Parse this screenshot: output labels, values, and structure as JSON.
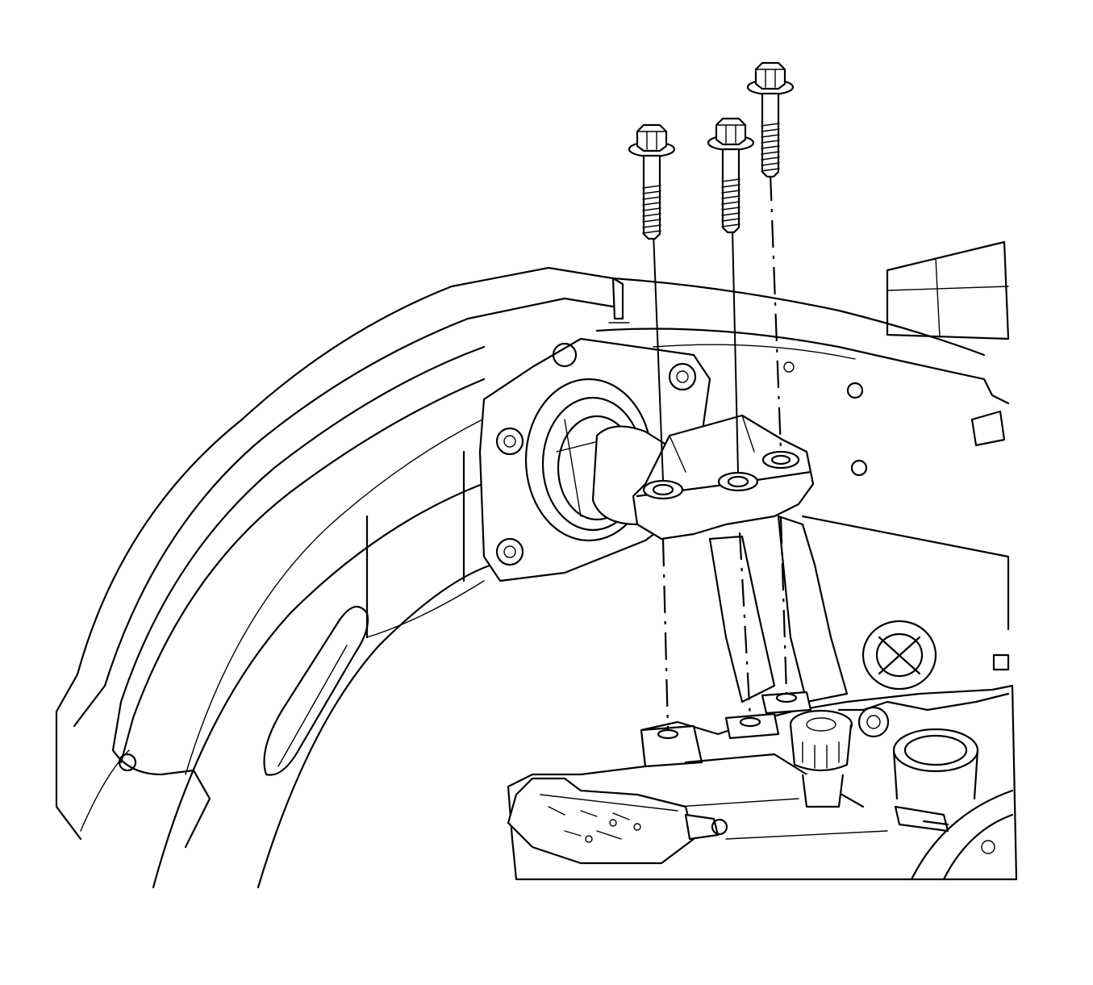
{
  "diagram": {
    "kind": "exploded-view-line-drawing",
    "subject": "transmission-mount-bracket-with-three-bolts",
    "colors": {
      "line": "#000000",
      "background": "#ffffff"
    },
    "bolts": [
      {
        "id": "bolt-left"
      },
      {
        "id": "bolt-middle"
      },
      {
        "id": "bolt-right"
      }
    ]
  }
}
